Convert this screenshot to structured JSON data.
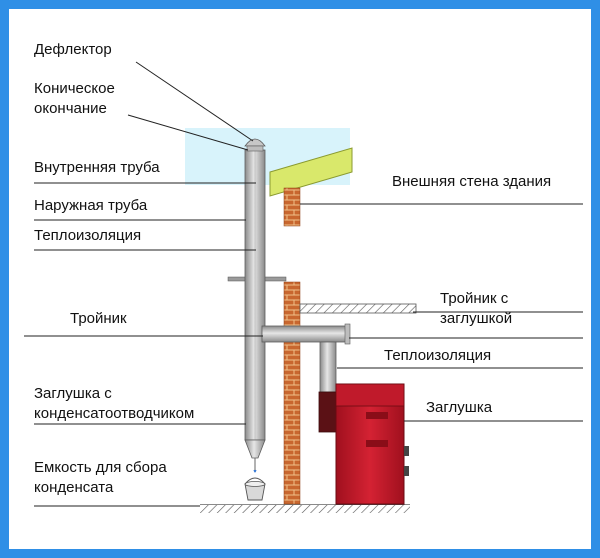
{
  "colors": {
    "border": "#2f8fe6",
    "sky": "#d8f3fb",
    "brick": "#c8672f",
    "mortar": "#f0c08a",
    "roof": "#d9e86b",
    "pipe": "#a7a7a7",
    "boiler": "#c8182a",
    "insulation": "#2f6fb0"
  },
  "labels": {
    "deflector": "Дефлектор",
    "conic_end": [
      "Коническое",
      "окончание"
    ],
    "inner_pipe": "Внутренняя труба",
    "outer_pipe": "Наружная труба",
    "insulation_top": "Теплоизоляция",
    "tee": "Тройник",
    "condensate_plug": [
      "Заглушка с",
      "конденсатоотводчиком"
    ],
    "condensate_tank": [
      "Емкость для сбора",
      "конденсата"
    ],
    "outer_wall": "Внешняя стена здания",
    "tee_with_plug": [
      "Тройник с",
      "заглушкой"
    ],
    "insulation_side": "Теплоизоляция",
    "plug": "Заглушка"
  }
}
